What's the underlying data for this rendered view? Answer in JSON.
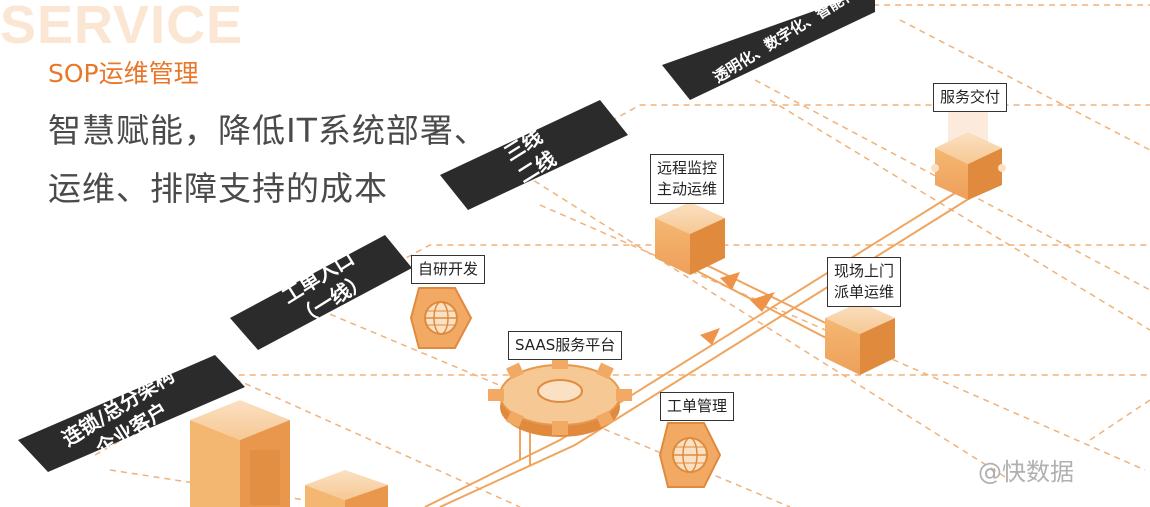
{
  "header": {
    "bg_word": "SERVICE",
    "subtitle": "SOP运维管理",
    "headline_line1": "智慧赋能，降低IT系统部署、",
    "headline_line2": "运维、排障支持的成本"
  },
  "bands": [
    {
      "line1": "连锁/总分架构",
      "line2": "企业客户"
    },
    {
      "line1": "工单入口",
      "line2": "（一线）"
    },
    {
      "line1": "三线",
      "line2": "二线"
    },
    {
      "line1": "透明化、数字化、智能化",
      "line2": ""
    }
  ],
  "nodes": {
    "self_dev": "自研开发",
    "saas": "SAAS服务平台",
    "ticket_mgmt": "工单管理",
    "remote_line1": "远程监控",
    "remote_line2": "主动运维",
    "onsite_line1": "现场上门",
    "onsite_line2": "派单运维",
    "delivery": "服务交付"
  },
  "watermark": "@快数据",
  "colors": {
    "accent": "#e8772a",
    "band_dark": "#2b2b2b",
    "box_light": "#f8d3a8",
    "box_mid": "#f2a964",
    "box_dark": "#e08a3e",
    "dash": "#f0b27a"
  }
}
